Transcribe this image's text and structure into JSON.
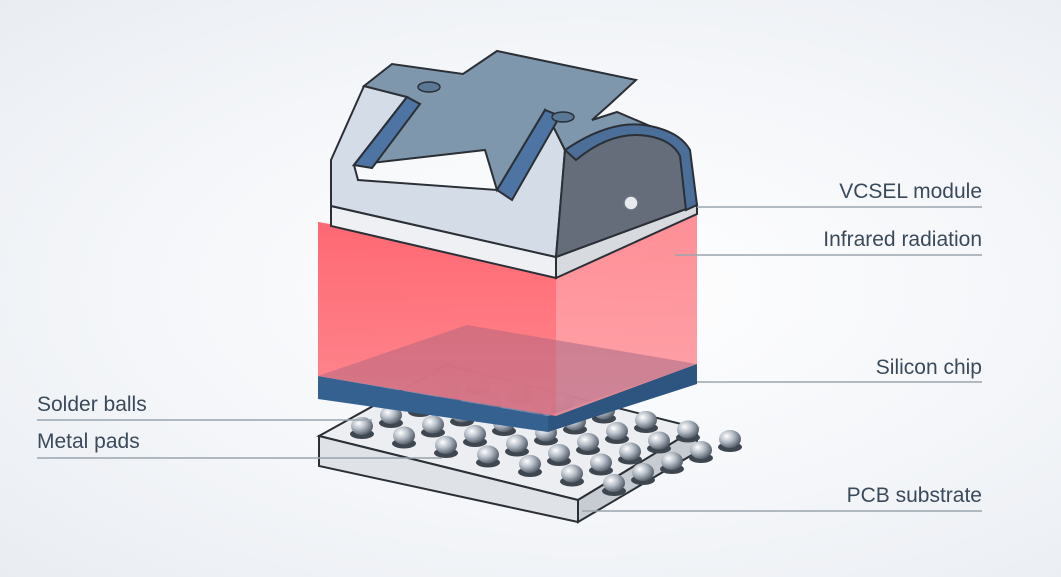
{
  "diagram": {
    "labels": {
      "vcsel_module": "VCSEL module",
      "infrared_radiation": "Infrared radiation",
      "silicon_chip": "Silicon chip",
      "solder_balls": "Solder balls",
      "metal_pads": "Metal pads",
      "pcb_substrate": "PCB substrate"
    },
    "colors": {
      "module_top": "#7f97ad",
      "module_front": "#d3dbe6",
      "module_side": "#5f6a78",
      "module_rim": "#4b6f99",
      "radiation": "#ff6b75",
      "silicon": "#3c6a9e",
      "pcb": "#ebedf0",
      "solder": "#b4bcc6",
      "leader_line": "#9aa4ae"
    }
  }
}
